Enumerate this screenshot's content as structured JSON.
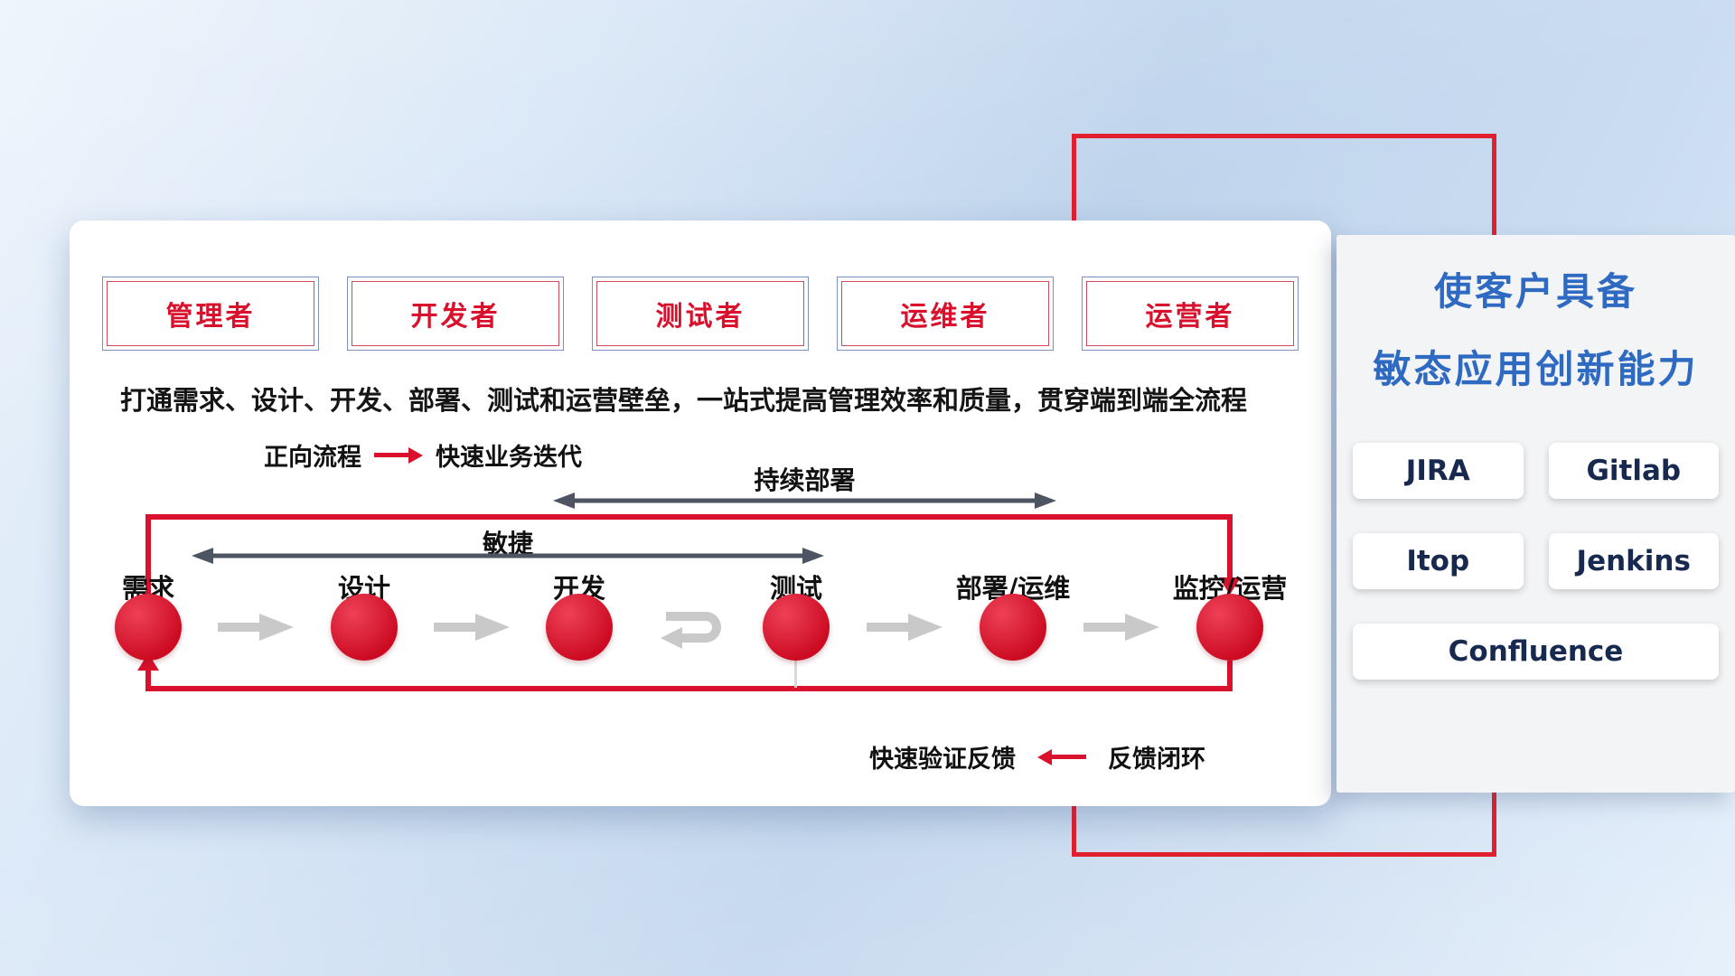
{
  "roles": [
    {
      "label": "管理者"
    },
    {
      "label": "开发者"
    },
    {
      "label": "测试者"
    },
    {
      "label": "运维者"
    },
    {
      "label": "运营者"
    }
  ],
  "subtitle": "打通需求、设计、开发、部署、测试和运营壁垒，一站式提高管理效率和质量，贯穿端到端全流程",
  "legend": {
    "forward_label": "正向流程",
    "forward_desc": "快速业务迭代",
    "feedback_desc": "快速验证反馈",
    "feedback_label": "反馈闭环"
  },
  "flow": {
    "continuous_deploy_label": "持续部署",
    "agile_label": "敏捷",
    "stages": [
      {
        "label": "需求"
      },
      {
        "label": "设计"
      },
      {
        "label": "开发"
      },
      {
        "label": "测试"
      },
      {
        "label": "部署/运维"
      },
      {
        "label": "监控/运营"
      }
    ]
  },
  "side_panel": {
    "title_line1": "使客户具备",
    "title_line2": "敏态应用创新能力",
    "tools": [
      {
        "label": "JIRA"
      },
      {
        "label": "Gitlab"
      },
      {
        "label": "Itop"
      },
      {
        "label": "Jenkins"
      },
      {
        "label": "Confluence"
      }
    ]
  },
  "colors": {
    "brand_red": "#d9112c",
    "dark_arrow": "#4d5562",
    "gray_arrow": "#c9c9c9",
    "title_blue": "#2e6ac1"
  }
}
